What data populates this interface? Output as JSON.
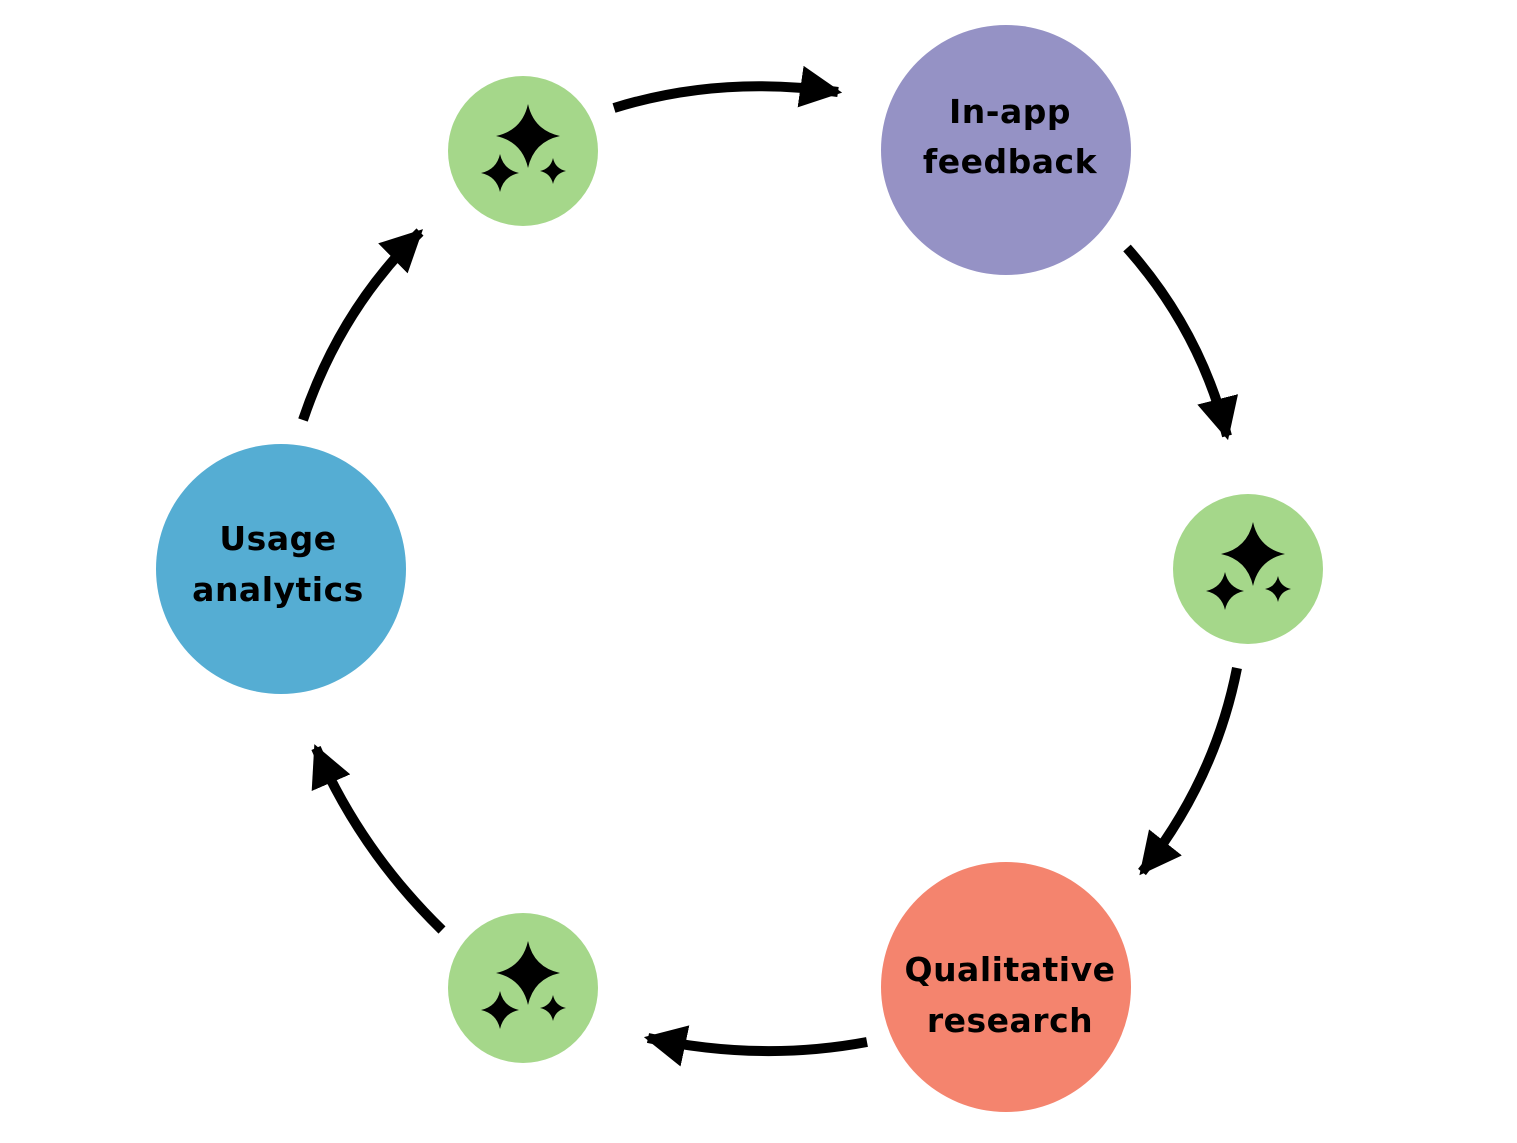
{
  "diagram": {
    "type": "cycle",
    "direction": "clockwise",
    "colors": {
      "in_app_feedback": "#9592c5",
      "qualitative_research": "#f4846e",
      "usage_analytics": "#55add3",
      "ai_step": "#a5d78a",
      "arrow": "#000000",
      "icon": "#000000"
    },
    "nodes": [
      {
        "id": "in-app-feedback",
        "kind": "source",
        "lines": [
          "In-app",
          "feedback"
        ]
      },
      {
        "id": "ai-step-right",
        "kind": "ai-sparkle",
        "icon": "sparkles-icon"
      },
      {
        "id": "qualitative-research",
        "kind": "source",
        "lines": [
          "Qualitative",
          "research"
        ]
      },
      {
        "id": "ai-step-bottom",
        "kind": "ai-sparkle",
        "icon": "sparkles-icon"
      },
      {
        "id": "usage-analytics",
        "kind": "source",
        "lines": [
          "Usage",
          "analytics"
        ]
      },
      {
        "id": "ai-step-top",
        "kind": "ai-sparkle",
        "icon": "sparkles-icon"
      }
    ],
    "edges": [
      {
        "from": "ai-step-top",
        "to": "in-app-feedback"
      },
      {
        "from": "in-app-feedback",
        "to": "ai-step-right"
      },
      {
        "from": "ai-step-right",
        "to": "qualitative-research"
      },
      {
        "from": "qualitative-research",
        "to": "ai-step-bottom"
      },
      {
        "from": "ai-step-bottom",
        "to": "usage-analytics"
      },
      {
        "from": "usage-analytics",
        "to": "ai-step-top"
      }
    ]
  }
}
